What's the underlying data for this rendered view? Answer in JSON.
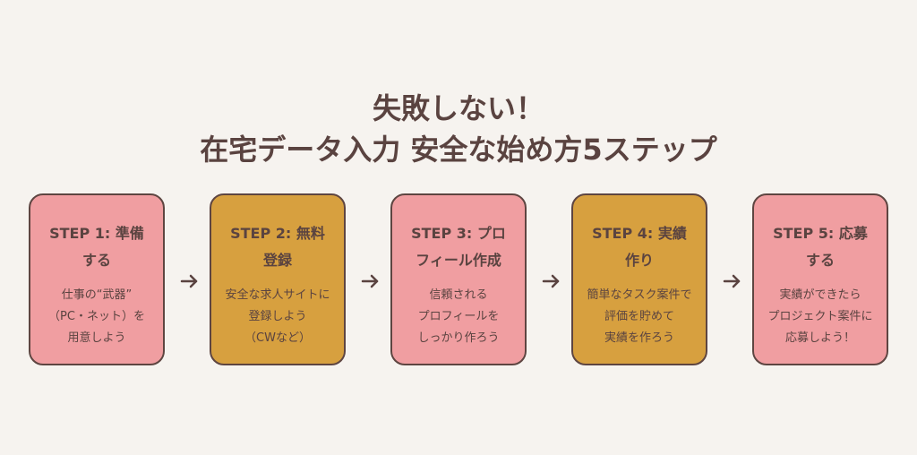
{
  "title": {
    "line1": "失敗しない！",
    "line2": "在宅データ入力 安全な始め方5ステップ"
  },
  "colors": {
    "background": "#f6f3ef",
    "pink_card": "#f09ea1",
    "gold_card": "#d7a03f",
    "text": "#5a4340"
  },
  "steps": [
    {
      "heading_line1": "STEP 1: 準備",
      "heading_line2": "する",
      "desc": [
        "仕事の“武器”",
        "（PC・ネット）を",
        "用意しよう"
      ],
      "color": "pink"
    },
    {
      "heading_line1": "STEP 2: 無料",
      "heading_line2": "登録",
      "desc": [
        "安全な求人サイトに",
        "登録しよう",
        "（CWなど）"
      ],
      "color": "gold"
    },
    {
      "heading_line1": "STEP 3: プロ",
      "heading_line2": "フィール作成",
      "desc": [
        "信頼される",
        "プロフィールを",
        "しっかり作ろう"
      ],
      "color": "pink"
    },
    {
      "heading_line1": "STEP 4: 実績",
      "heading_line2": "作り",
      "desc": [
        "簡単なタスク案件で",
        "評価を貯めて",
        "実績を作ろう"
      ],
      "color": "gold"
    },
    {
      "heading_line1": "STEP 5: 応募",
      "heading_line2": "する",
      "desc": [
        "実績ができたら",
        "プロジェクト案件に",
        "応募しよう！"
      ],
      "color": "pink"
    }
  ],
  "arrow_icon": "arrow-right-icon"
}
